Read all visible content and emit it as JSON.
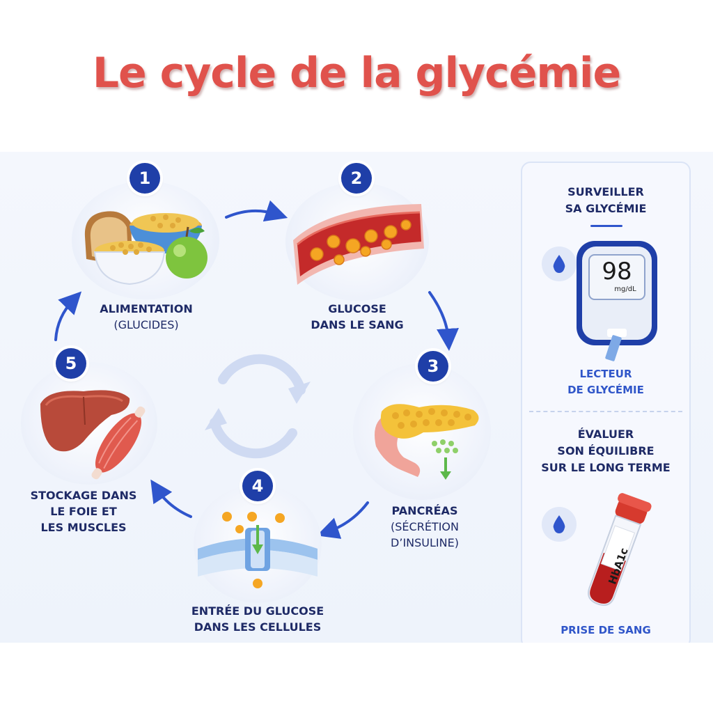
{
  "title": "Le cycle de la glycémie",
  "steps": [
    {
      "number": "1",
      "label_lines": [
        "ALIMENTATION",
        "(GLUCIDES)"
      ]
    },
    {
      "number": "2",
      "label_lines": [
        "GLUCOSE",
        "DANS LE SANG"
      ]
    },
    {
      "number": "3",
      "label_lines": [
        "PANCRÉAS",
        "(SÉCRÉTION",
        "D’INSULINE)"
      ]
    },
    {
      "number": "4",
      "label_lines": [
        "ENTRÉE DU GLUCOSE",
        "DANS LES CELLULES"
      ]
    },
    {
      "number": "5",
      "label_lines": [
        "STOCKAGE DANS",
        "LE FOIE ET",
        "LES MUSCLES"
      ]
    }
  ],
  "sidebar": {
    "section1": {
      "title_lines": [
        "SURVEILLER",
        "SA GLYCÉMIE"
      ],
      "meter_value": "98",
      "meter_unit": "mg/dL",
      "caption_lines": [
        "LECTEUR",
        "DE GLYCÉMIE"
      ]
    },
    "section2": {
      "title_lines": [
        "ÉVALUER",
        "SON ÉQUILIBRE",
        "SUR LE LONG TERME"
      ],
      "tube_label": "HbA1c",
      "caption_lines": [
        "PRISE DE SANG"
      ]
    }
  },
  "colors": {
    "title": "#e0524c",
    "badge": "#1f3fa8",
    "label": "#1e2a66",
    "accent": "#3056c9",
    "arrow": "#2f55cc"
  }
}
